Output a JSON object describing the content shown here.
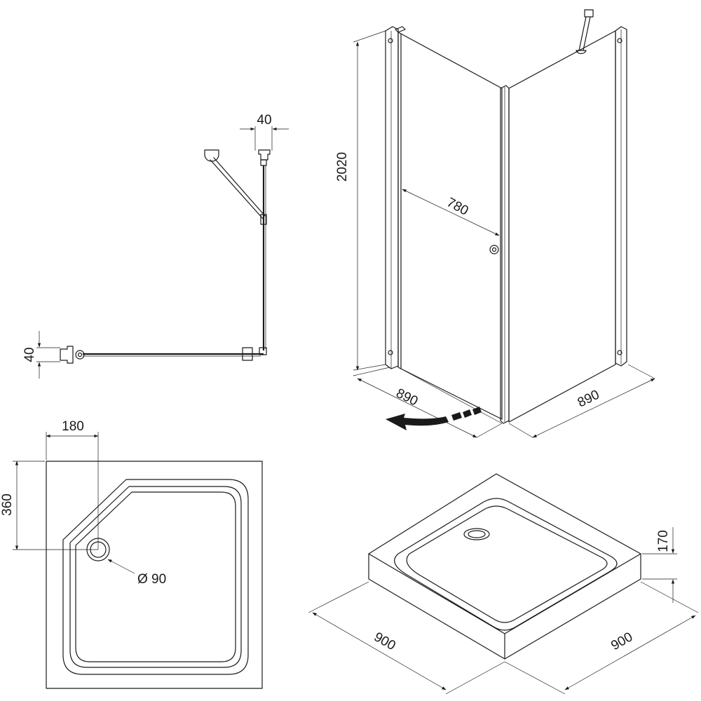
{
  "plan_view": {
    "width_dim": "40",
    "depth_dim": "40"
  },
  "enclosure_3d": {
    "height_dim": "2020",
    "door_width_dim": "780",
    "left_depth_dim": "890",
    "right_depth_dim": "890"
  },
  "tray_top": {
    "drain_offset_x": "180",
    "drain_offset_y": "360",
    "drain_diameter": "Ø 90"
  },
  "tray_3d": {
    "height_dim": "170",
    "left_width_dim": "900",
    "right_width_dim": "900"
  }
}
